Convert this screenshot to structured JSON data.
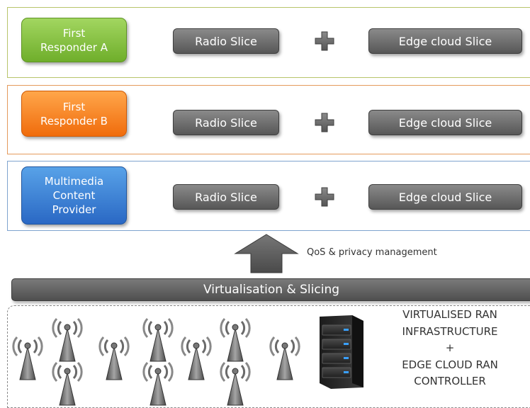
{
  "tenants": [
    {
      "name_lines": [
        "First",
        "Responder A"
      ],
      "radio_slice": "Radio Slice",
      "plus": "+",
      "edge_slice": "Edge cloud Slice"
    },
    {
      "name_lines": [
        "First",
        "Responder B"
      ],
      "radio_slice": "Radio Slice",
      "plus": "+",
      "edge_slice": "Edge cloud Slice"
    },
    {
      "name_lines": [
        "Multimedia",
        "Content",
        "Provider"
      ],
      "radio_slice": "Radio Slice",
      "plus": "+",
      "edge_slice": "Edge cloud Slice"
    }
  ],
  "arrow_label": "QoS & privacy management",
  "virtualisation_bar": "Virtualisation & Slicing",
  "infrastructure_lines": [
    "VIRTUALISED RAN",
    "INFRASTRUCTURE",
    "+",
    "EDGE CLOUD RAN",
    "CONTROLLER"
  ],
  "colors": {
    "tenant_a": "#7cbf3a",
    "tenant_b": "#f47b1e",
    "tenant_c": "#3579d2",
    "slice_grey": "#6b6b6b"
  },
  "icons": [
    "plus-icon",
    "up-arrow-icon",
    "antenna-icon",
    "server-icon"
  ]
}
